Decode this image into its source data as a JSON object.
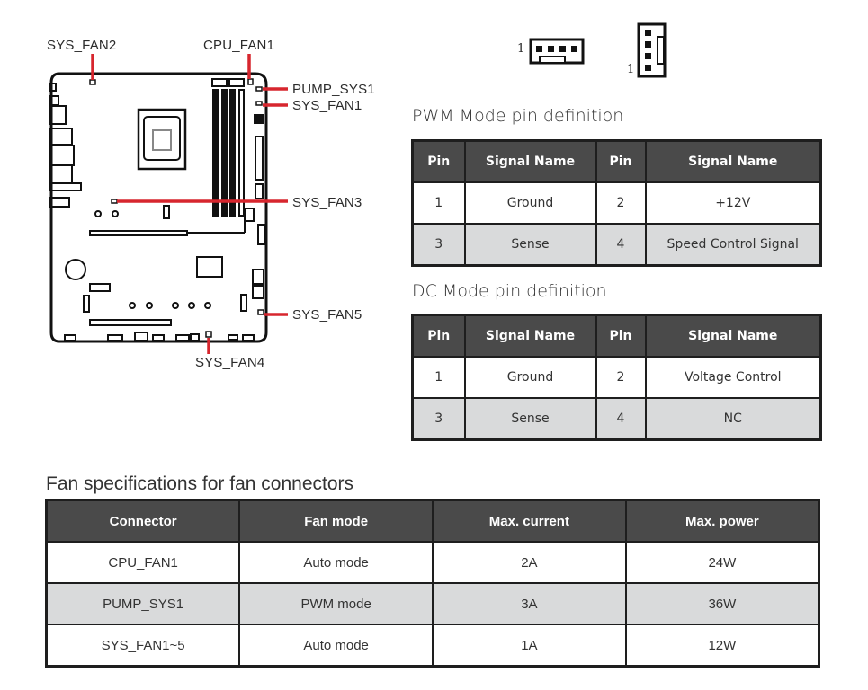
{
  "diagram": {
    "labels": {
      "sys_fan2": "SYS_FAN2",
      "cpu_fan1": "CPU_FAN1",
      "pump_sys1": "PUMP_SYS1",
      "sys_fan1": "SYS_FAN1",
      "sys_fan3": "SYS_FAN3",
      "sys_fan5": "SYS_FAN5",
      "sys_fan4": "SYS_FAN4"
    },
    "connector_icons": {
      "horizontal_pin1_label": "1",
      "vertical_pin1_label": "1"
    },
    "accent_color": "#d7262e"
  },
  "pwm_table": {
    "title": "PWM Mode pin definition",
    "headers": [
      "Pin",
      "Signal Name",
      "Pin",
      "Signal Name"
    ],
    "rows": [
      [
        "1",
        "Ground",
        "2",
        "+12V"
      ],
      [
        "3",
        "Sense",
        "4",
        "Speed Control Signal"
      ]
    ]
  },
  "dc_table": {
    "title": "DC Mode pin definition",
    "headers": [
      "Pin",
      "Signal Name",
      "Pin",
      "Signal Name"
    ],
    "rows": [
      [
        "1",
        "Ground",
        "2",
        "Voltage Control"
      ],
      [
        "3",
        "Sense",
        "4",
        "NC"
      ]
    ]
  },
  "fan_spec_table": {
    "title": "Fan specifications for fan connectors",
    "headers": [
      "Connector",
      "Fan mode",
      "Max. current",
      "Max. power"
    ],
    "rows": [
      [
        "CPU_FAN1",
        "Auto mode",
        "2A",
        "24W"
      ],
      [
        "PUMP_SYS1",
        "PWM mode",
        "3A",
        "36W"
      ],
      [
        "SYS_FAN1~5",
        "Auto mode",
        "1A",
        "12W"
      ]
    ]
  }
}
